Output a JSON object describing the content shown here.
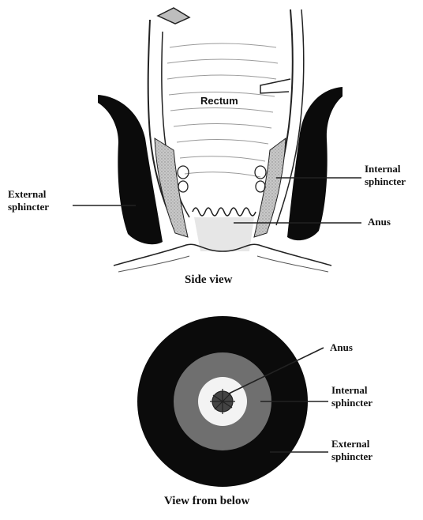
{
  "side_view": {
    "rectum_label": "Rectum",
    "internal_sphincter_label": [
      "Internal",
      "sphincter"
    ],
    "external_sphincter_label": [
      "External",
      "sphincter"
    ],
    "anus_label": "Anus",
    "caption": "Side view"
  },
  "below_view": {
    "anus_label": "Anus",
    "internal_sphincter_label": [
      "Internal",
      "sphincter"
    ],
    "external_sphincter_label": [
      "External",
      "sphincter"
    ],
    "caption": "View from below"
  },
  "colors": {
    "muscle_black": "#0b0b0b",
    "internal_gray": "#6f6f6f",
    "mucosa_light": "#d9d9d9",
    "line": "#222222"
  }
}
